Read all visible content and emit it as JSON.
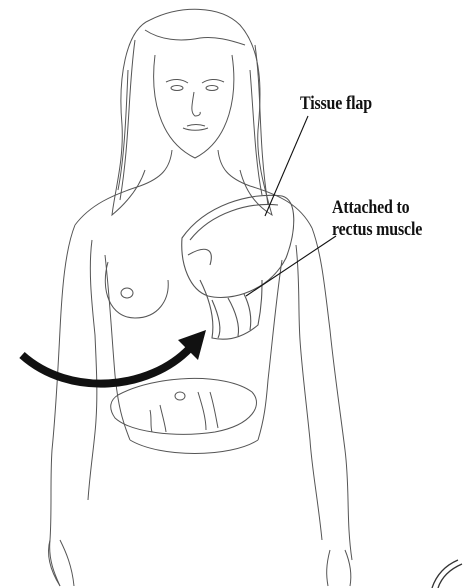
{
  "labels": {
    "tissue_flap": "Tissue flap",
    "attached_line1": "Attached to",
    "attached_line2": "rectus muscle"
  },
  "colors": {
    "ink": "#111111",
    "sketch": "#555555",
    "shade": "#9a9a9a",
    "background": "#ffffff"
  },
  "icons": {
    "arrow": "curved-arrow-icon"
  }
}
